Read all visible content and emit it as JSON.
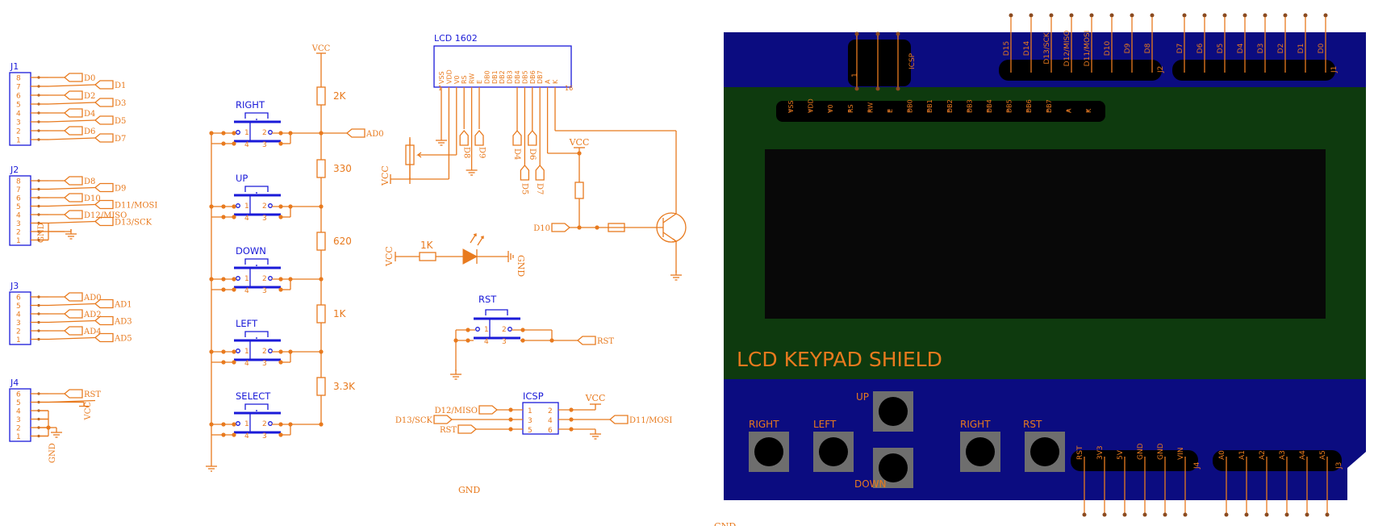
{
  "colors": {
    "wire": "#e87a1e",
    "part": "#1a1ad8",
    "pcb": "#0b0c80",
    "lcd_green": "#0e3a0e",
    "screen": "#080808",
    "button": "#6e6e6e"
  },
  "headers": [
    {
      "label": "J1",
      "pins": [
        "8",
        "7",
        "6",
        "5",
        "4",
        "3",
        "2",
        "1"
      ],
      "nets": [
        "D0",
        "D1",
        "D2",
        "D3",
        "D4",
        "D5",
        "D6",
        "D7"
      ]
    },
    {
      "label": "J2",
      "pins": [
        "8",
        "7",
        "6",
        "5",
        "4",
        "3",
        "2",
        "1"
      ],
      "nets": [
        "D8",
        "D9",
        "D10",
        "D11/MOSI",
        "D12/MISO",
        "D13/SCK",
        "GND",
        ""
      ]
    },
    {
      "label": "J3",
      "pins": [
        "6",
        "5",
        "4",
        "3",
        "2",
        "1"
      ],
      "nets": [
        "AD0",
        "AD1",
        "AD2",
        "AD3",
        "AD4",
        "AD5"
      ]
    },
    {
      "label": "J4",
      "pins": [
        "6",
        "5",
        "4",
        "3",
        "2",
        "1"
      ],
      "nets": [
        "RST",
        "VCC",
        "",
        "",
        "",
        ""
      ],
      "gnd": "GND"
    }
  ],
  "keypad": {
    "vcc": "VCC",
    "buttons": [
      "RIGHT",
      "UP",
      "DOWN",
      "LEFT",
      "SELECT"
    ],
    "resistors": [
      "2K",
      "330",
      "620",
      "1K",
      "3.3K"
    ],
    "output": "AD0",
    "pins": [
      "1",
      "2",
      "4",
      "3"
    ]
  },
  "lcd": {
    "label": "LCD 1602",
    "pins": [
      "VSS",
      "VDD",
      "V0",
      "RS",
      "RW",
      "E",
      "DB0",
      "DB1",
      "DB2",
      "DB3",
      "DB4",
      "DB5",
      "DB6",
      "DB7",
      "A",
      "K"
    ],
    "pin_first": "1",
    "pin_last": "16",
    "nets": [
      "D8",
      "D9",
      "D4",
      "D5",
      "D6",
      "D7"
    ],
    "vcc": "VCC",
    "ctrl": "D10"
  },
  "led": {
    "vcc": "VCC",
    "resistor": "1K",
    "gnd": "GND"
  },
  "rst_switch": {
    "label": "RST",
    "net": "RST"
  },
  "icsp": {
    "label": "ICSP",
    "pins": [
      "1",
      "2",
      "3",
      "4",
      "5",
      "6"
    ],
    "left_nets": [
      "D12/MISO",
      "D13/SCK",
      "RST"
    ],
    "right_nets": [
      "VCC",
      "D11/MOSI"
    ]
  },
  "gnd_labels": [
    "GND",
    "GND"
  ],
  "board": {
    "title": "LCD KEYPAD SHIELD",
    "icsp": {
      "label": "ICSP",
      "pin1": "1"
    },
    "j2": {
      "label": "J2",
      "pins": [
        "D15",
        "D14",
        "D13/SCK",
        "D12/MISO",
        "D11/MOSI",
        "D10",
        "D9",
        "D8"
      ]
    },
    "j1": {
      "label": "J1",
      "pins": [
        "D7",
        "D6",
        "D5",
        "D4",
        "D3",
        "D2",
        "D1",
        "D0"
      ]
    },
    "lcd_pins": [
      "VSS",
      "VDD",
      "V0",
      "RS",
      "RW",
      "E",
      "DB0",
      "DB1",
      "DB2",
      "DB3",
      "DB4",
      "DB5",
      "DB6",
      "DB7",
      "A",
      "K"
    ],
    "buttons": [
      "RIGHT",
      "LEFT",
      "UP",
      "DOWN",
      "RIGHT",
      "RST"
    ],
    "j4": {
      "label": "J4",
      "pins": [
        "RST",
        "3V3",
        "5V",
        "GND",
        "GND",
        "VIN"
      ]
    },
    "j3": {
      "label": "J3",
      "pins": [
        "A0",
        "A1",
        "A2",
        "A3",
        "A4",
        "A5"
      ]
    }
  }
}
